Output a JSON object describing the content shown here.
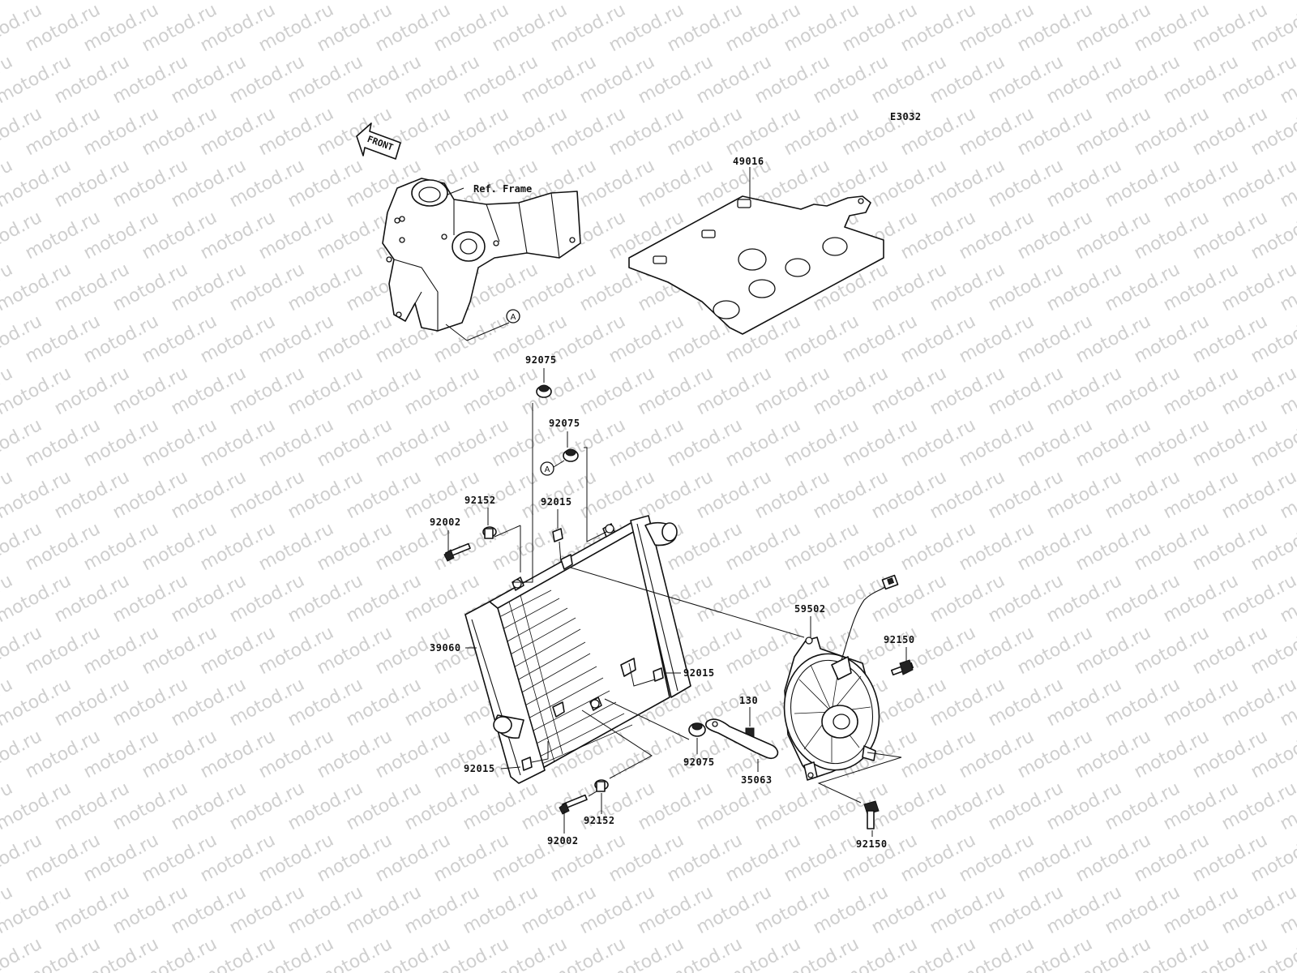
{
  "diagram_code": "E3032",
  "watermark": "motod.ru",
  "front_label": "FRONT",
  "ref_frame_label": "Ref. Frame",
  "ref_marker": "A",
  "parts": {
    "p49016": "49016",
    "p92075_top": "92075",
    "p92075_mid": "92075",
    "p92075_low": "92075",
    "p92152_top": "92152",
    "p92152_low": "92152",
    "p92002_top": "92002",
    "p92002_low": "92002",
    "p92015_top": "92015",
    "p92015_mid": "92015",
    "p92015_low": "92015",
    "p39060": "39060",
    "p59502": "59502",
    "p92150_top": "92150",
    "p92150_low": "92150",
    "p130": "130",
    "p35063": "35063"
  }
}
